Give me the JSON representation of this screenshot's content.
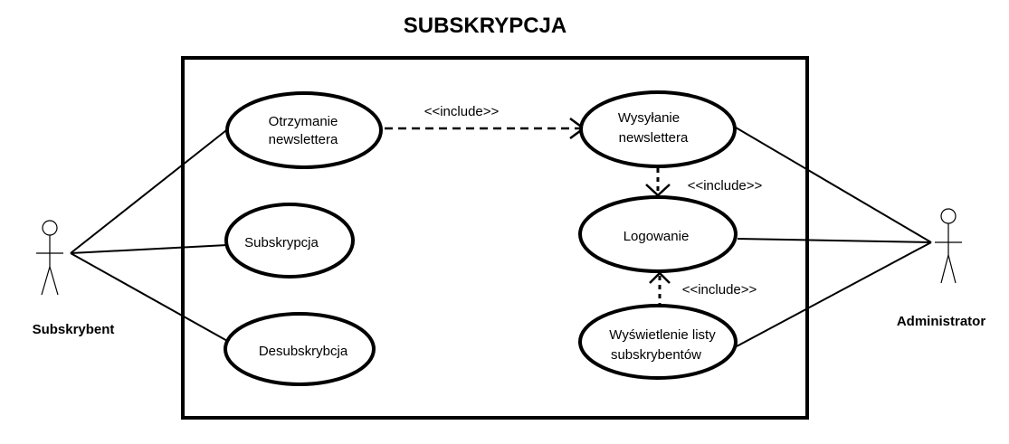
{
  "title": "SUBSKRYPCJA",
  "actors": {
    "subscriber": "Subskrybent",
    "admin": "Administrator"
  },
  "use_cases": {
    "receive_newsletter": [
      "Otrzymanie",
      "newslettera"
    ],
    "subscribe": [
      "Subskrypcja"
    ],
    "unsubscribe": [
      "Desubskrybcja"
    ],
    "send_newsletter": [
      "Wysyłanie",
      "newslettera"
    ],
    "login": [
      "Logowanie"
    ],
    "show_subscribers": [
      "Wyświetlenie listy",
      "subskrybentów"
    ]
  },
  "relations": {
    "include_receive_send": "<<include>>",
    "include_send_login": "<<include>>",
    "include_list_login": "<<include>>"
  }
}
